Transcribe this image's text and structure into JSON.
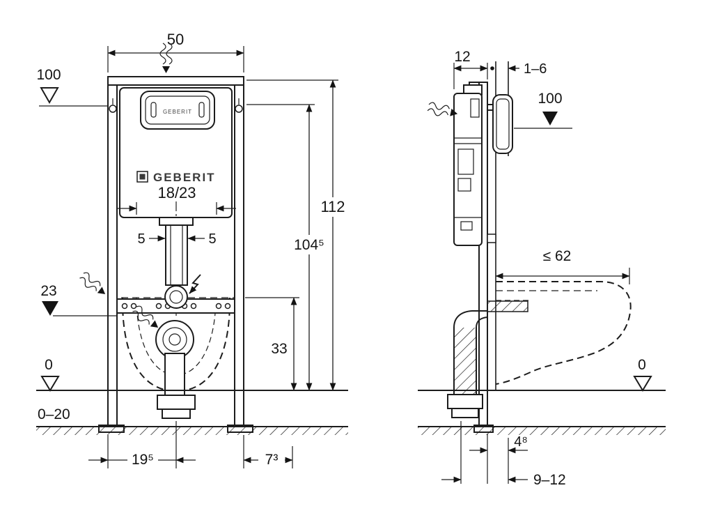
{
  "drawing": {
    "front": {
      "dim_width_top": "50",
      "level_supply": "100",
      "dim_height_total": "112",
      "dim_height_upper": "104⁵",
      "label_flush_pipe": "18/23",
      "dim_offset_left": "5",
      "dim_offset_right": "5",
      "level_bend": "23",
      "dim_outlet_height": "33",
      "level_floor": "0",
      "floor_range": "0–20",
      "dim_outlet_offset": "19⁵",
      "dim_edge_offset": "7³",
      "brand": "GEBERIT",
      "plate_brand": "GEBERIT"
    },
    "side": {
      "dim_depth": "12",
      "wall_finish_range": "1–6",
      "level_actuator": "100",
      "dim_pan_depth": "≤ 62",
      "level_floor": "0",
      "dim_outlet_to_wall": "4⁸",
      "outlet_range": "9–12"
    }
  }
}
